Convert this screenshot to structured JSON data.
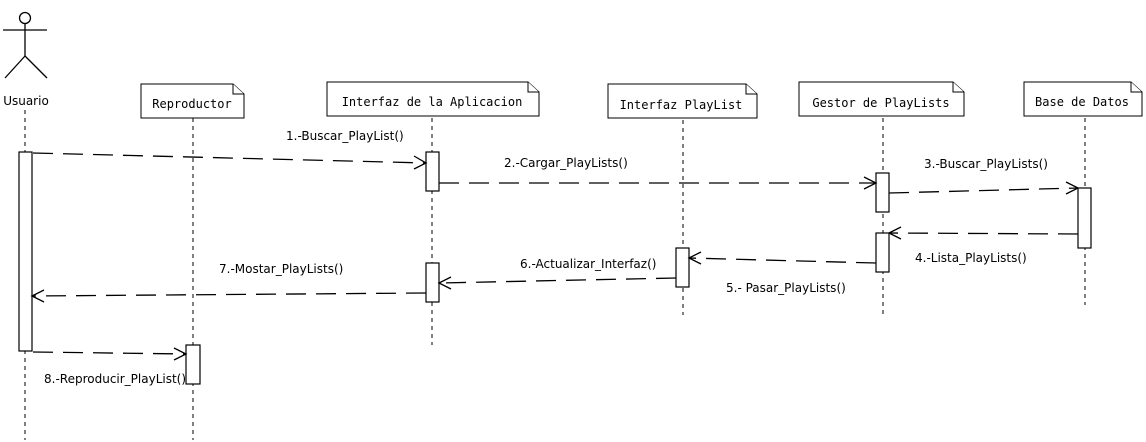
{
  "diagram": {
    "actor": {
      "label": "Usuario"
    },
    "participants": [
      {
        "id": "reproductor",
        "label": "Reproductor"
      },
      {
        "id": "interfaz-app",
        "label": "Interfaz de la Aplicacion"
      },
      {
        "id": "interfaz-playlist",
        "label": "Interfaz PlayList"
      },
      {
        "id": "gestor",
        "label": "Gestor de PlayLists"
      },
      {
        "id": "bd",
        "label": "Base de Datos"
      }
    ],
    "messages": [
      {
        "id": "m1",
        "label": "1.-Buscar_PlayList()",
        "from": "Usuario",
        "to": "Interfaz de la Aplicacion"
      },
      {
        "id": "m2",
        "label": "2.-Cargar_PlayLists()",
        "from": "Interfaz de la Aplicacion",
        "to": "Gestor de PlayLists"
      },
      {
        "id": "m3",
        "label": "3.-Buscar_PlayLists()",
        "from": "Gestor de PlayLists",
        "to": "Base de Datos"
      },
      {
        "id": "m4",
        "label": "4.-Lista_PlayLists()",
        "from": "Base de Datos",
        "to": "Gestor de PlayLists"
      },
      {
        "id": "m5",
        "label": "5.- Pasar_PlayLists()",
        "from": "Gestor de PlayLists",
        "to": "Interfaz PlayList"
      },
      {
        "id": "m6",
        "label": "6.-Actualizar_Interfaz()",
        "from": "Interfaz PlayList",
        "to": "Interfaz de la Aplicacion"
      },
      {
        "id": "m7",
        "label": "7.-Mostar_PlayLists()",
        "from": "Interfaz de la Aplicacion",
        "to": "Usuario"
      },
      {
        "id": "m8",
        "label": "8.-Reproducir_PlayList()",
        "from": "Usuario",
        "to": "Reproductor"
      }
    ]
  }
}
